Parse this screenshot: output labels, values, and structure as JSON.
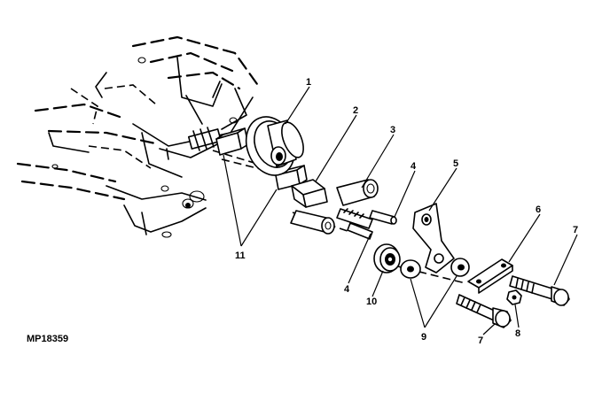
{
  "figure_id": "MP18359",
  "callouts": {
    "c1": "1",
    "c2": "2",
    "c3": "3",
    "c4a": "4",
    "c4b": "4",
    "c5": "5",
    "c6": "6",
    "c7a": "7",
    "c7b": "7",
    "c8": "8",
    "c9": "9",
    "c10": "10",
    "c11": "11"
  }
}
